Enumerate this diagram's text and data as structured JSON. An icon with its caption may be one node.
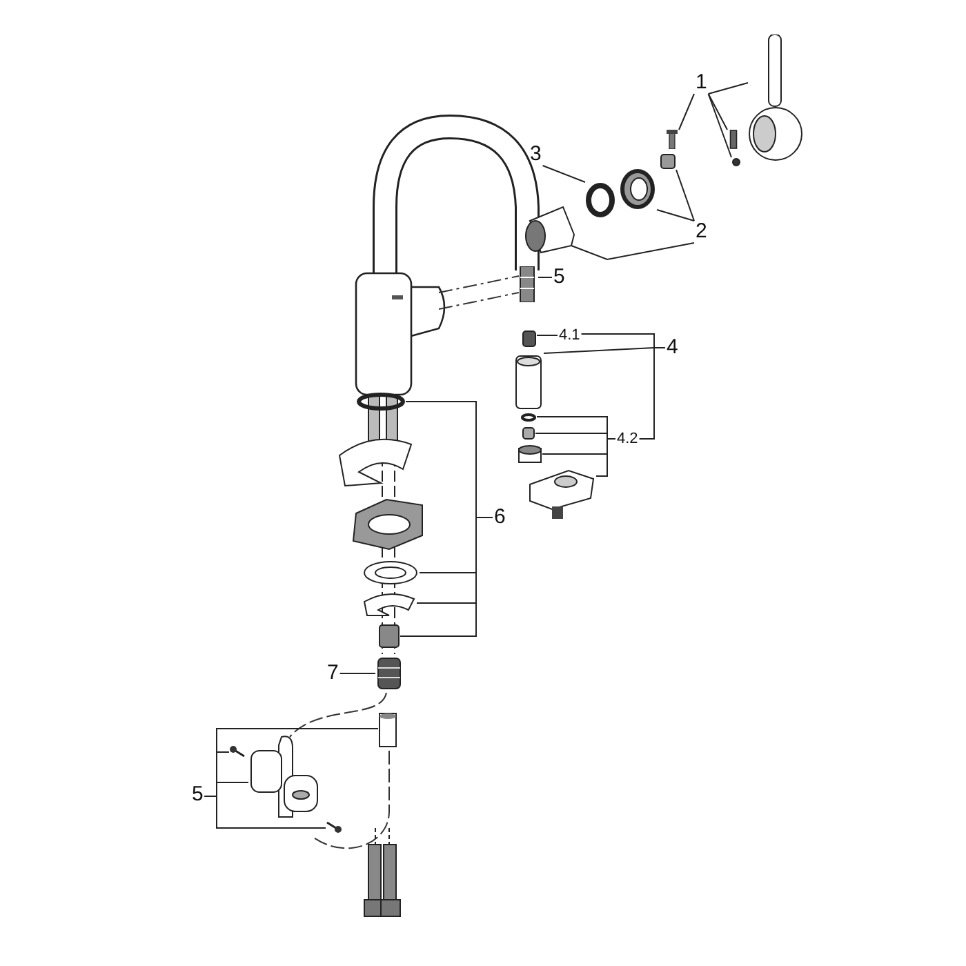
{
  "diagram": {
    "nodes": [
      {
        "text": [
          "1"
        ]
      },
      {
        "text": [
          "2"
        ]
      },
      {
        "text": [
          "3"
        ]
      },
      {
        "text": [
          "5"
        ]
      },
      {
        "text": [
          "4.1"
        ]
      },
      {
        "text": [
          "4"
        ]
      },
      {
        "text": [
          "4.2"
        ]
      },
      {
        "text": [
          "6"
        ]
      },
      {
        "text": [
          "7"
        ]
      },
      {
        "text": [
          "5"
        ]
      },
      {
        "text": [],
        "shape": "picture"
      },
      {
        "text": [],
        "shape": "picture"
      },
      {
        "text": [],
        "shape": "box"
      },
      {
        "text": [],
        "shape": "bar"
      },
      {
        "text": [],
        "shape": "circle"
      },
      {
        "text": [],
        "shape": "picture"
      },
      {
        "text": [],
        "shape": "circle"
      },
      {
        "text": [],
        "shape": "picture"
      },
      {
        "text": [],
        "shape": "picture"
      },
      {
        "text": [],
        "shape": "box"
      },
      {
        "text": [],
        "shape": "picture"
      },
      {
        "text": [],
        "shape": "circle"
      },
      {
        "text": [],
        "shape": "box"
      },
      {
        "text": [],
        "shape": "cylinder"
      },
      {
        "text": [],
        "shape": "picture"
      },
      {
        "text": [],
        "shape": "circle"
      },
      {
        "text": [],
        "shape": "picture"
      },
      {
        "text": [],
        "shape": "picture"
      },
      {
        "text": [],
        "shape": "box"
      },
      {
        "text": [],
        "shape": "picture"
      },
      {
        "text": [],
        "shape": "picture"
      },
      {
        "text": [],
        "shape": "picture"
      },
      {
        "text": [],
        "shape": "picture"
      },
      {
        "text": [],
        "shape": "picture"
      }
    ],
    "edges": [
      {
        "from": 0,
        "to": 10,
        "arrow": "none"
      },
      {
        "from": 0,
        "to": 11,
        "arrow": "none"
      },
      {
        "from": 0,
        "to": 13,
        "arrow": "none"
      },
      {
        "from": 0,
        "to": 14,
        "arrow": "none"
      },
      {
        "from": 1,
        "to": 12,
        "arrow": "none"
      },
      {
        "from": 1,
        "to": 15,
        "arrow": "none"
      },
      {
        "from": 1,
        "to": 17,
        "arrow": "none"
      },
      {
        "from": 2,
        "to": 16,
        "arrow": "none"
      },
      {
        "from": 3,
        "to": 18,
        "arrow": "none"
      },
      {
        "from": 4,
        "to": 19,
        "arrow": "none"
      },
      {
        "from": 5,
        "to": 4,
        "arrow": "none"
      },
      {
        "from": 5,
        "to": 20,
        "arrow": "none"
      },
      {
        "from": 5,
        "to": 6,
        "arrow": "none"
      },
      {
        "from": 6,
        "to": 21,
        "arrow": "none"
      },
      {
        "from": 6,
        "to": 22,
        "arrow": "none"
      },
      {
        "from": 6,
        "to": 23,
        "arrow": "none"
      },
      {
        "from": 6,
        "to": 24,
        "arrow": "none"
      },
      {
        "from": 7,
        "to": 25,
        "arrow": "none"
      },
      {
        "from": 7,
        "to": 26,
        "arrow": "none"
      },
      {
        "from": 7,
        "to": 27,
        "arrow": "none"
      },
      {
        "from": 7,
        "to": 28,
        "arrow": "none"
      },
      {
        "from": 8,
        "to": 29,
        "arrow": "none"
      },
      {
        "from": 9,
        "to": 30,
        "arrow": "none"
      },
      {
        "from": 9,
        "to": 31,
        "arrow": "none"
      },
      {
        "from": 9,
        "to": 32,
        "arrow": "none"
      },
      {
        "from": 9,
        "to": 33,
        "arrow": "none"
      }
    ]
  }
}
